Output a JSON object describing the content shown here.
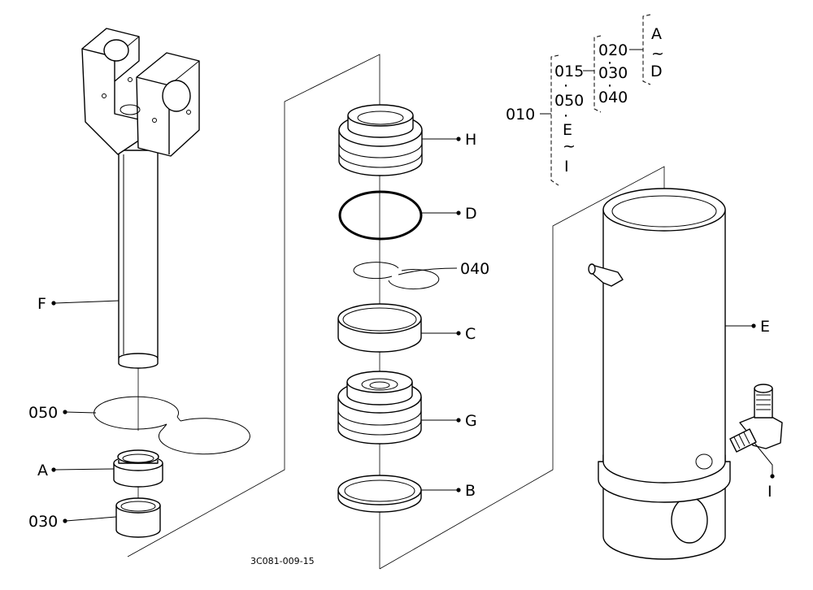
{
  "figure_code": "3C081-009-15",
  "callouts": {
    "F": "F",
    "H": "H",
    "D": "D",
    "c040": "040",
    "C": "C",
    "G": "G",
    "B": "B",
    "c050": "050",
    "A": "A",
    "c030": "030",
    "E": "E",
    "I": "I"
  },
  "tree": {
    "root": "010",
    "level1": [
      "015",
      "·",
      "050",
      "·",
      "E",
      "~",
      "I"
    ],
    "level2": [
      "020",
      "·",
      "030",
      "·",
      "040"
    ],
    "level3": [
      "A",
      "~",
      "D"
    ],
    "dash": "—"
  }
}
